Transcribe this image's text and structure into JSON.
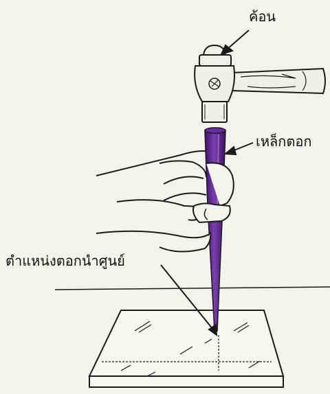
{
  "labels": {
    "hammer": "ค้อน",
    "center_punch": "เหล็กตอก",
    "center_mark_position": "ตำแหน่งตอกนำศูนย์"
  },
  "colors": {
    "punch": "#5a1f8a",
    "punch_highlight": "#8a52c0",
    "outline": "#1a1a1a",
    "paper": "#f3f2ee"
  }
}
